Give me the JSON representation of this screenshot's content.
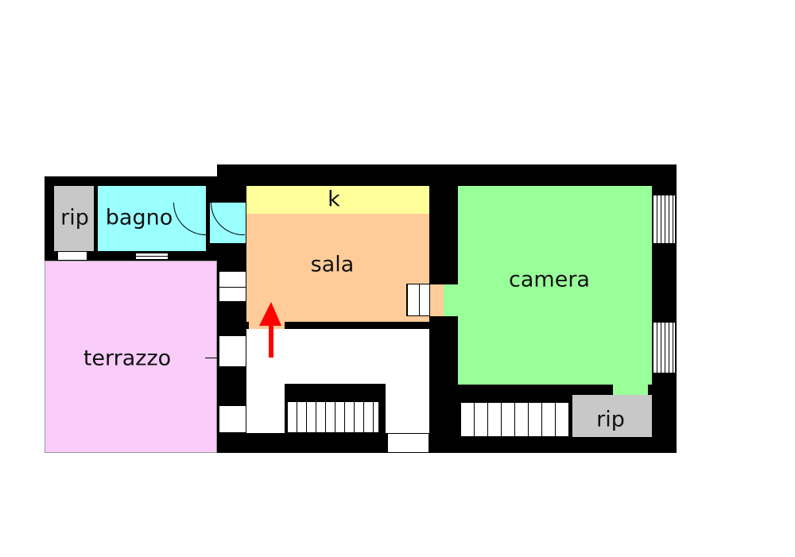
{
  "rooms": {
    "rip_left": "rip",
    "bagno": "bagno",
    "k": "k",
    "sala": "sala",
    "camera": "camera",
    "terrazzo": "terrazzo",
    "rip_right": "rip"
  },
  "colors": {
    "rip": "#c8c8c8",
    "bagno": "#99ffff",
    "k": "#ffff99",
    "sala": "#ffcc99",
    "camera": "#99ff99",
    "terrazzo": "#f9ccf9",
    "arrow": "#ff0000",
    "wall": "#000000"
  }
}
